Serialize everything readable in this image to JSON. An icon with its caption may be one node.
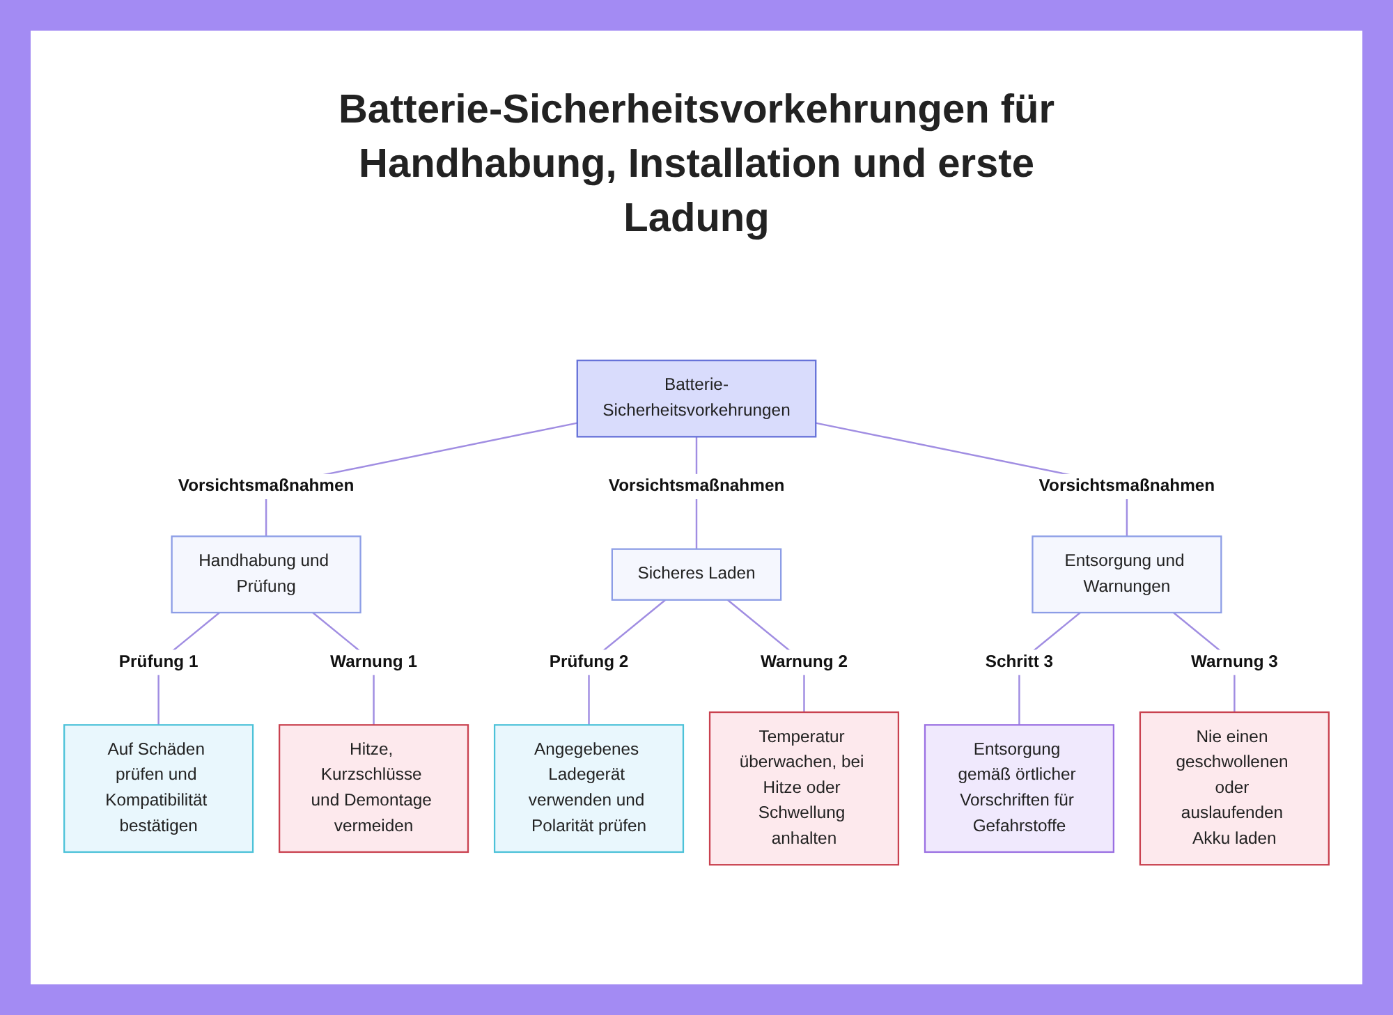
{
  "diagram": {
    "title": "Batterie-Sicherheitsvorkehrungen für Handhabung, Installation und erste Ladung",
    "nodes": [
      {
        "text": [
          "Batterie-Sicherheitsvorkehrungen"
        ]
      },
      {
        "text": [
          "Handhabung und Prüfung"
        ]
      },
      {
        "text": [
          "Sicheres Laden"
        ]
      },
      {
        "text": [
          "Entsorgung und Warnungen"
        ]
      },
      {
        "text": [
          "Auf Schäden prüfen und Kompatibilität bestätigen"
        ]
      },
      {
        "text": [
          "Hitze, Kurzschlüsse und Demontage vermeiden"
        ]
      },
      {
        "text": [
          "Angegebenes Ladegerät verwenden und Polarität prüfen"
        ]
      },
      {
        "text": [
          "Temperatur überwachen, bei Hitze oder Schwellung anhalten"
        ]
      },
      {
        "text": [
          "Entsorgung gemäß örtlicher Vorschriften für Gefahrstoffe"
        ]
      },
      {
        "text": [
          "Nie einen geschwollenen oder auslaufenden Akku laden"
        ]
      }
    ],
    "edges": [
      {
        "from": 0,
        "to": 1,
        "arrow": "none",
        "label": "Vorsichtsmaßnahmen"
      },
      {
        "from": 0,
        "to": 2,
        "arrow": "none",
        "label": "Vorsichtsmaßnahmen"
      },
      {
        "from": 0,
        "to": 3,
        "arrow": "none",
        "label": "Vorsichtsmaßnahmen"
      },
      {
        "from": 1,
        "to": 4,
        "arrow": "none",
        "label": "Prüfung 1"
      },
      {
        "from": 1,
        "to": 5,
        "arrow": "none",
        "label": "Warnung 1"
      },
      {
        "from": 2,
        "to": 6,
        "arrow": "none",
        "label": "Prüfung 2"
      },
      {
        "from": 2,
        "to": 7,
        "arrow": "none",
        "label": "Warnung 2"
      },
      {
        "from": 3,
        "to": 8,
        "arrow": "none",
        "label": "Schritt 3"
      },
      {
        "from": 3,
        "to": 9,
        "arrow": "none",
        "label": "Warnung 3"
      }
    ]
  }
}
